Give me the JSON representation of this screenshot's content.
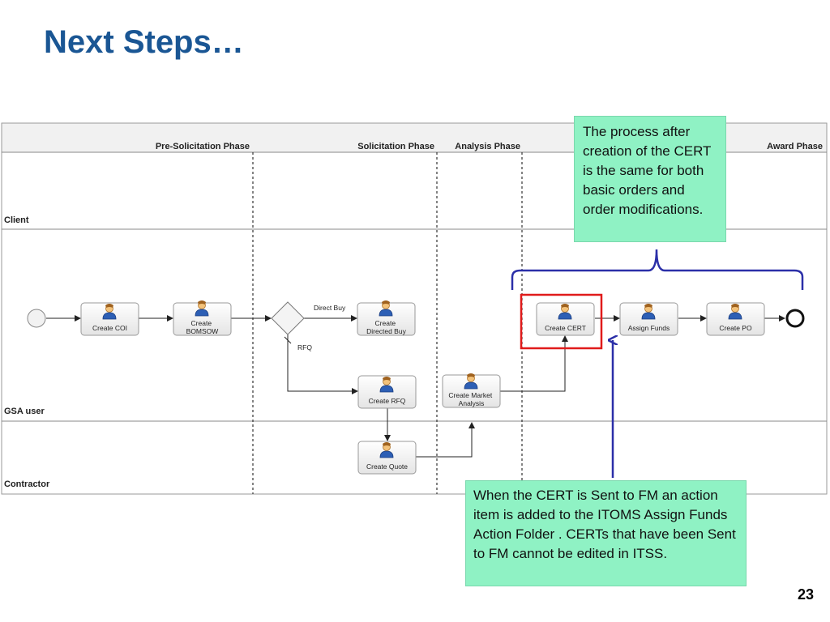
{
  "slide": {
    "title": "Next Steps…",
    "page_number": "23"
  },
  "diagram": {
    "phases": [
      "Pre-Solicitation Phase",
      "Solicitation Phase",
      "Analysis Phase",
      "Award Phase"
    ],
    "lanes": [
      "Client",
      "GSA user",
      "Contractor"
    ],
    "tasks": {
      "create_coi": [
        "Create COI"
      ],
      "create_bomsow": [
        "Create",
        "BOMSOW"
      ],
      "create_directed_buy": [
        "Create",
        "Directed Buy"
      ],
      "create_rfq": [
        "Create RFQ"
      ],
      "create_quote": [
        "Create Quote"
      ],
      "create_market_analysis": [
        "Create Market",
        "Analysis"
      ],
      "create_cert": [
        "Create CERT"
      ],
      "assign_funds": [
        "Assign Funds"
      ],
      "create_po": [
        "Create PO"
      ]
    },
    "edge_labels": {
      "direct_buy": "Direct Buy",
      "rfq": "RFQ"
    },
    "colors": {
      "highlight_box": "#e01b1b",
      "bracket_arrow": "#2b2fa8",
      "callout_fill": "#8ff2c4",
      "title": "#1a5694"
    }
  },
  "callouts": {
    "top": "The process after creation of the CERT is the same for both basic orders and order modifications.",
    "bottom": "When the CERT is Sent to FM an action item is added to the ITOMS Assign Funds Action Folder .  CERTs that have been Sent to FM cannot be edited in ITSS."
  }
}
